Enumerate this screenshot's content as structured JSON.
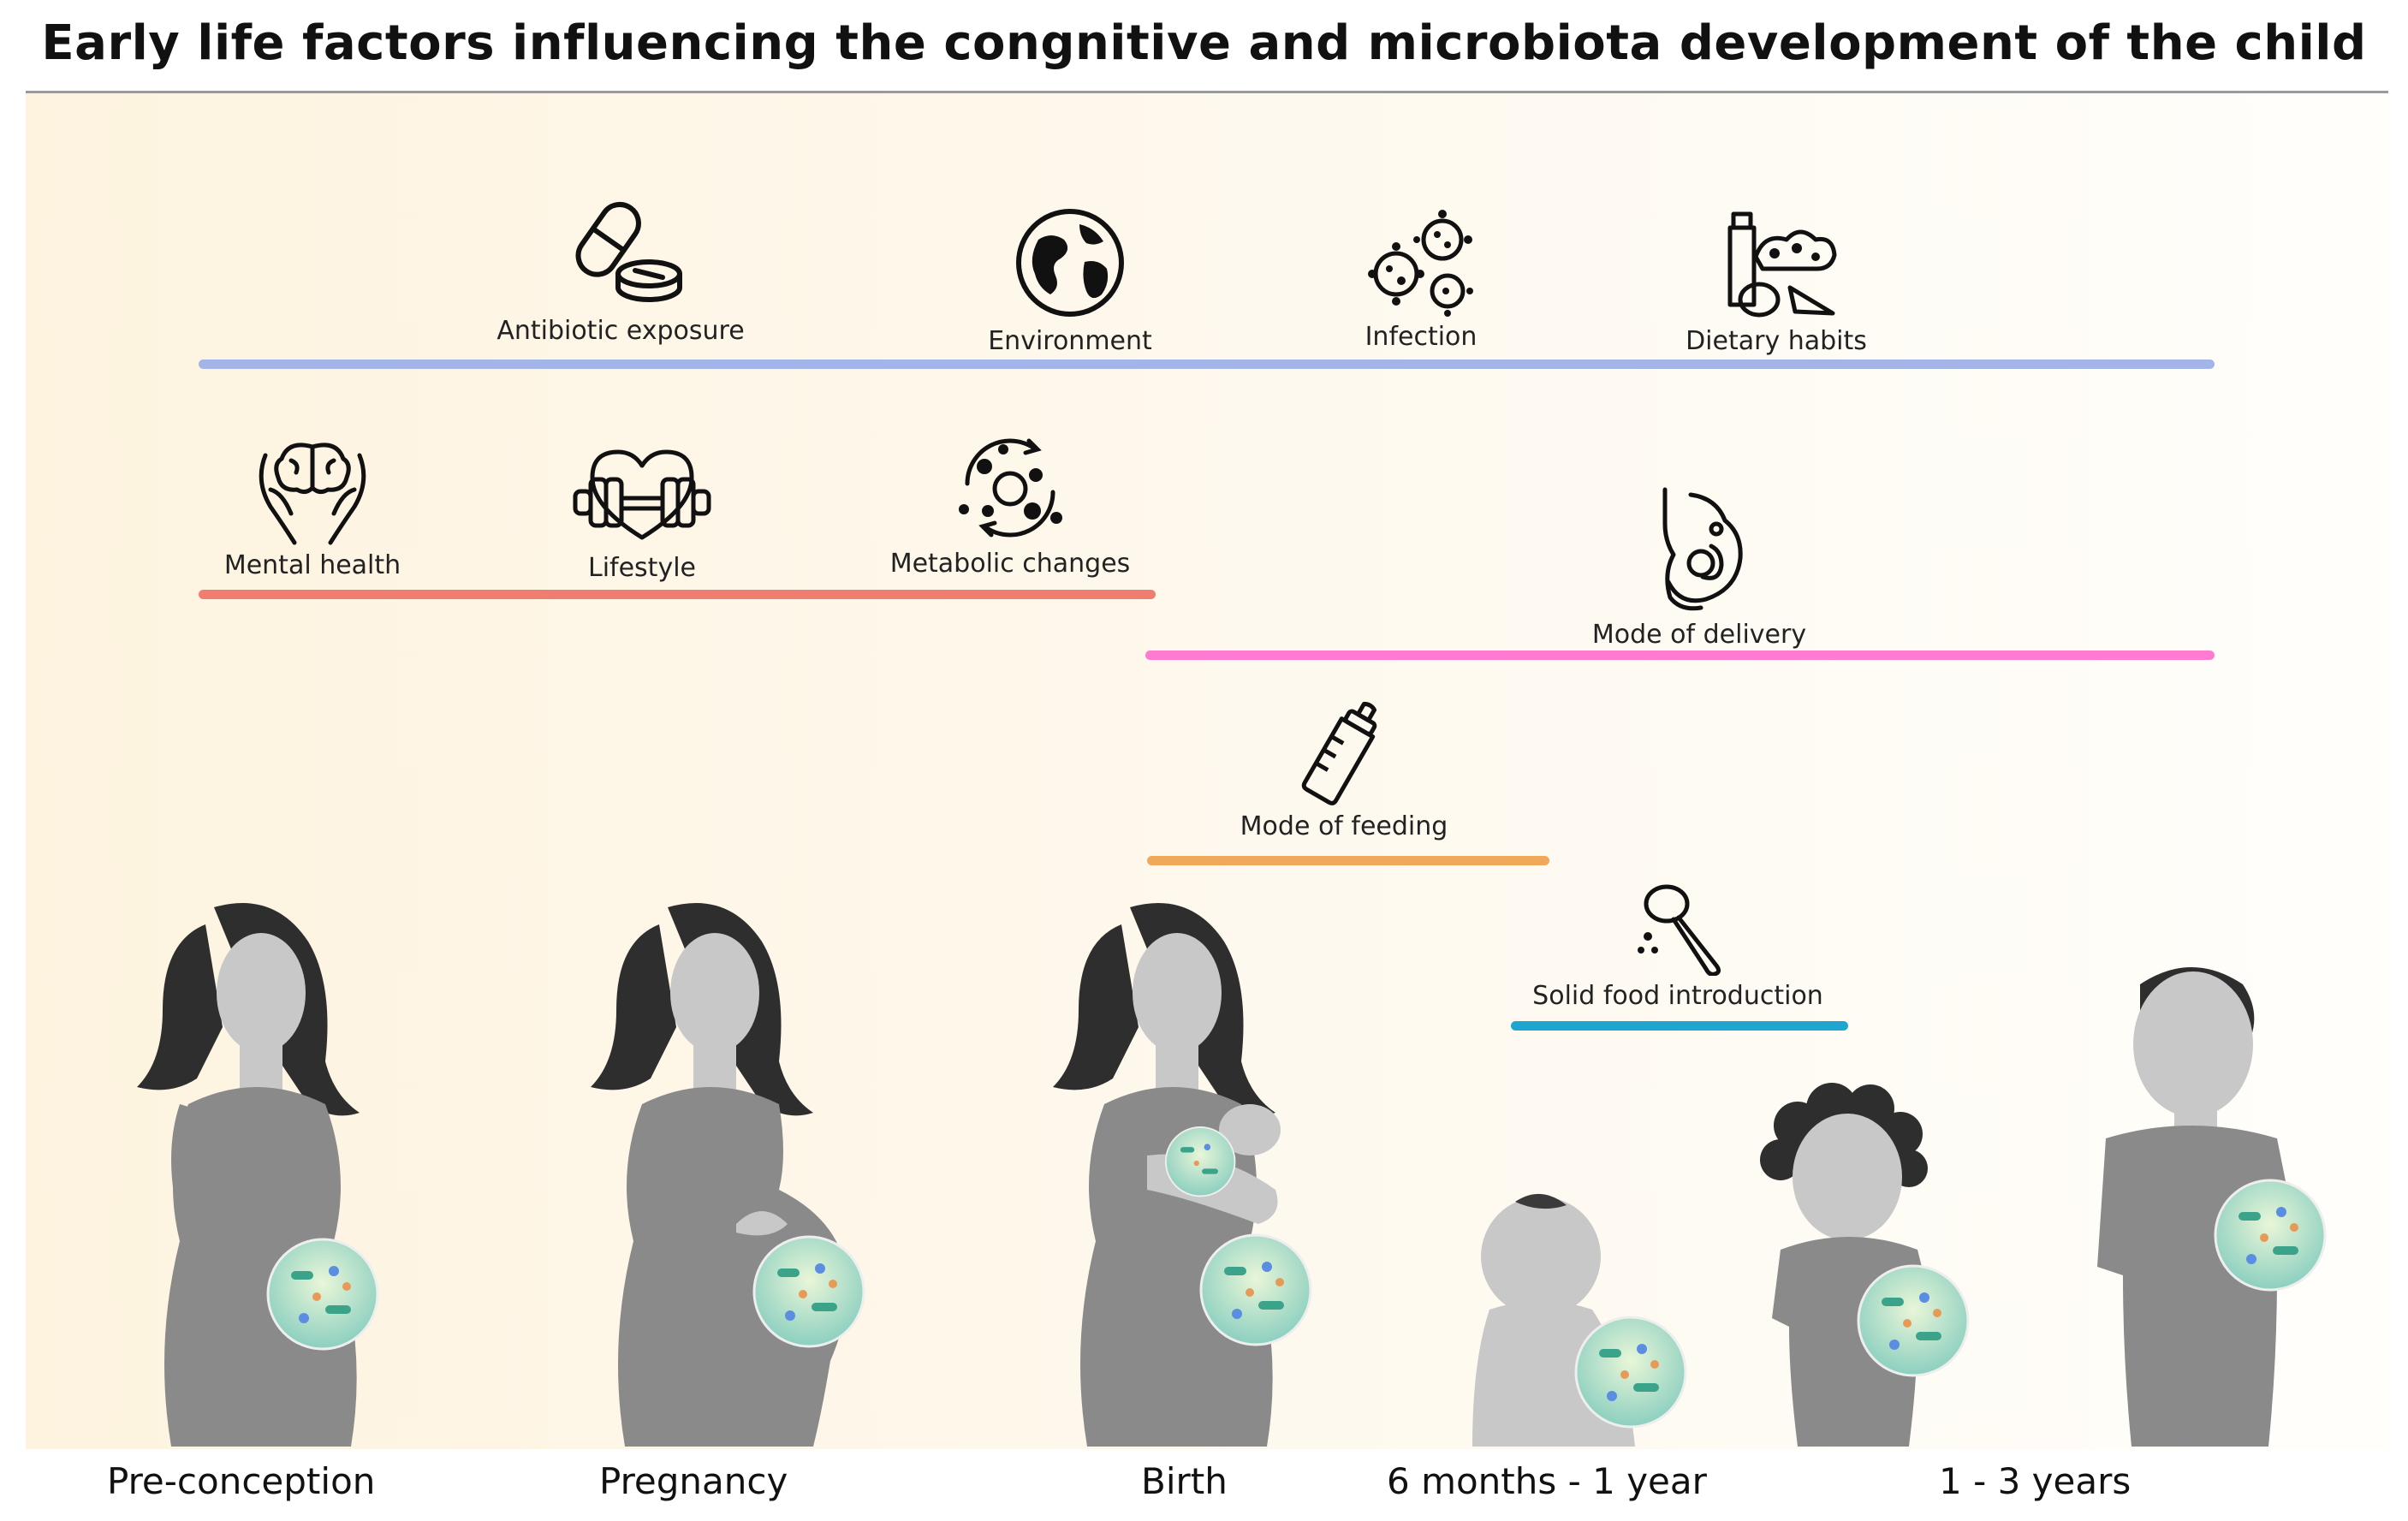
{
  "title": "Early life factors influencing the congnitive and microbiota development of the child",
  "colors": {
    "lane_all": "#a3b4e8",
    "lane_prenatal": "#f07d70",
    "lane_delivery": "#ff7ad1",
    "lane_feeding": "#f0a85a",
    "lane_solid": "#1ea6d0",
    "silhouette_body": "#8a8a8a",
    "silhouette_skin": "#c8c8c8",
    "hair": "#2e2e2e"
  },
  "factors": {
    "antibiotic": {
      "label": "Antibiotic exposure",
      "icon": "pill-capsule-icon"
    },
    "environment": {
      "label": "Environment",
      "icon": "globe-icon"
    },
    "infection": {
      "label": "Infection",
      "icon": "virus-icon"
    },
    "dietary": {
      "label": "Dietary habits",
      "icon": "groceries-icon"
    },
    "mental": {
      "label": "Mental health",
      "icon": "brain-hands-icon"
    },
    "lifestyle": {
      "label": "Lifestyle",
      "icon": "heart-dumbbell-icon"
    },
    "metabolic": {
      "label": "Metabolic changes",
      "icon": "metabolic-cycle-icon"
    },
    "delivery": {
      "label": "Mode of delivery",
      "icon": "uterus-baby-icon"
    },
    "feeding": {
      "label": "Mode of feeding",
      "icon": "baby-bottle-icon"
    },
    "solid": {
      "label": "Solid food introduction",
      "icon": "spoon-icon"
    }
  },
  "stages": {
    "preconception": "Pre-conception",
    "pregnancy": "Pregnancy",
    "birth": "Birth",
    "infant": "6 months - 1 year",
    "toddler": "1 - 3 years"
  }
}
